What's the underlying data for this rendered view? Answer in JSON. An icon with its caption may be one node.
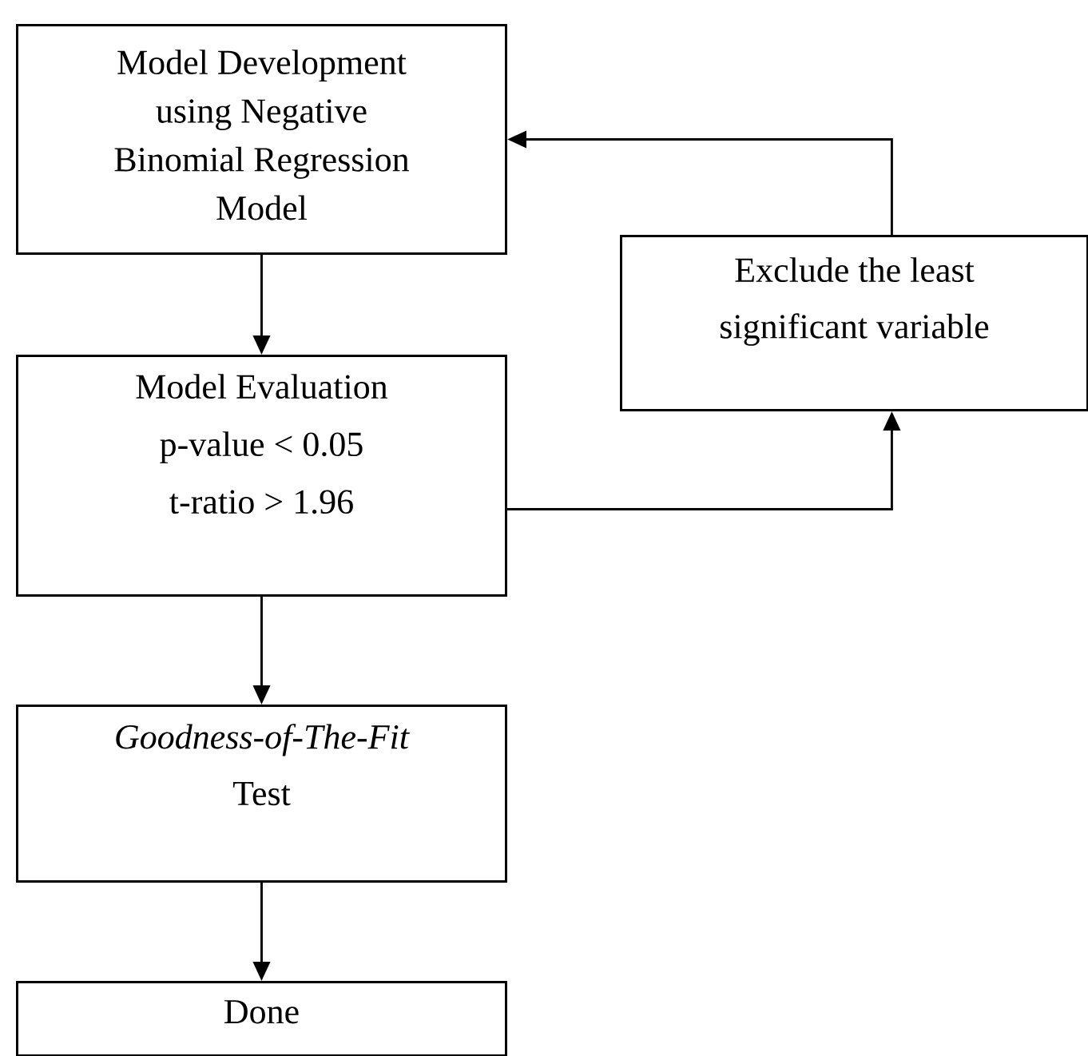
{
  "diagram": {
    "nodes": [
      {
        "text": [
          "Model Development using Negative Binomial Regression Model"
        ]
      },
      {
        "text": [
          "Model Evaluation",
          "p-value < 0.05",
          "t-ratio > 1.96"
        ]
      },
      {
        "text": [
          "*Goodness-of-The-Fit* Test"
        ]
      },
      {
        "text": [
          "Done"
        ]
      },
      {
        "text": [
          "Exclude the least significant variable"
        ]
      }
    ],
    "edges": [
      {
        "from": 0,
        "to": 1,
        "arrow": "to"
      },
      {
        "from": 1,
        "to": 4,
        "arrow": "to"
      },
      {
        "from": 4,
        "to": 0,
        "arrow": "to"
      },
      {
        "from": 1,
        "to": 2,
        "arrow": "to"
      },
      {
        "from": 2,
        "to": 3,
        "arrow": "to"
      }
    ]
  }
}
